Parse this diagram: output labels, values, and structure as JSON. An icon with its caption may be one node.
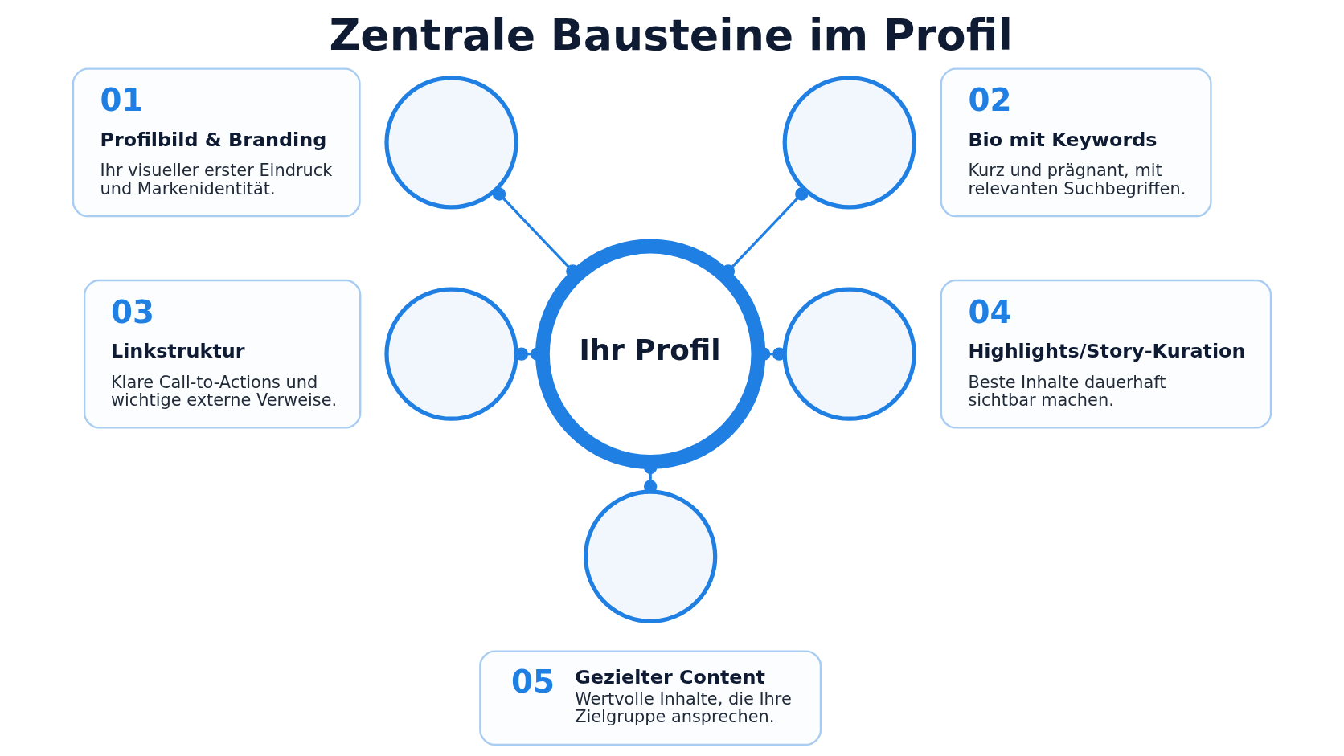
{
  "diagram": {
    "title": "Zentrale Bausteine im Profil",
    "nodes": [
      {
        "text": [
          "01",
          "Profilbild & Branding",
          "Ihr visueller erster Eindruck und Markenidentität."
        ]
      },
      {
        "text": [],
        "shape": "circle"
      },
      {
        "text": [],
        "shape": "circle"
      },
      {
        "text": [
          "02",
          "Bio mit Keywords",
          "Kurz und prägnant, mit relevanten Suchbegriffen."
        ]
      },
      {
        "text": [
          "Ihr Profil"
        ]
      },
      {
        "text": [
          "03",
          "Linkstruktur",
          "Klare Call-to-Actions und wichtige externe Verweise."
        ]
      },
      {
        "text": [],
        "shape": "circle"
      },
      {
        "text": [],
        "shape": "circle"
      },
      {
        "text": [
          "04",
          "Highlights/Story-Kuration",
          "Beste Inhalte dauerhaft sichtbar machen."
        ]
      },
      {
        "text": [],
        "shape": "circle"
      },
      {
        "text": [
          "05",
          "Gezielter Content",
          "Wertvolle Inhalte, die Ihre Zielgruppe ansprechen."
        ]
      }
    ],
    "edges": [
      {
        "from": 1,
        "to": 4,
        "arrow": "other"
      },
      {
        "from": 2,
        "to": 4,
        "arrow": "other"
      },
      {
        "from": 6,
        "to": 4,
        "arrow": "other"
      },
      {
        "from": 4,
        "to": 7,
        "arrow": "other"
      },
      {
        "from": 4,
        "to": 9,
        "arrow": "other"
      }
    ]
  }
}
